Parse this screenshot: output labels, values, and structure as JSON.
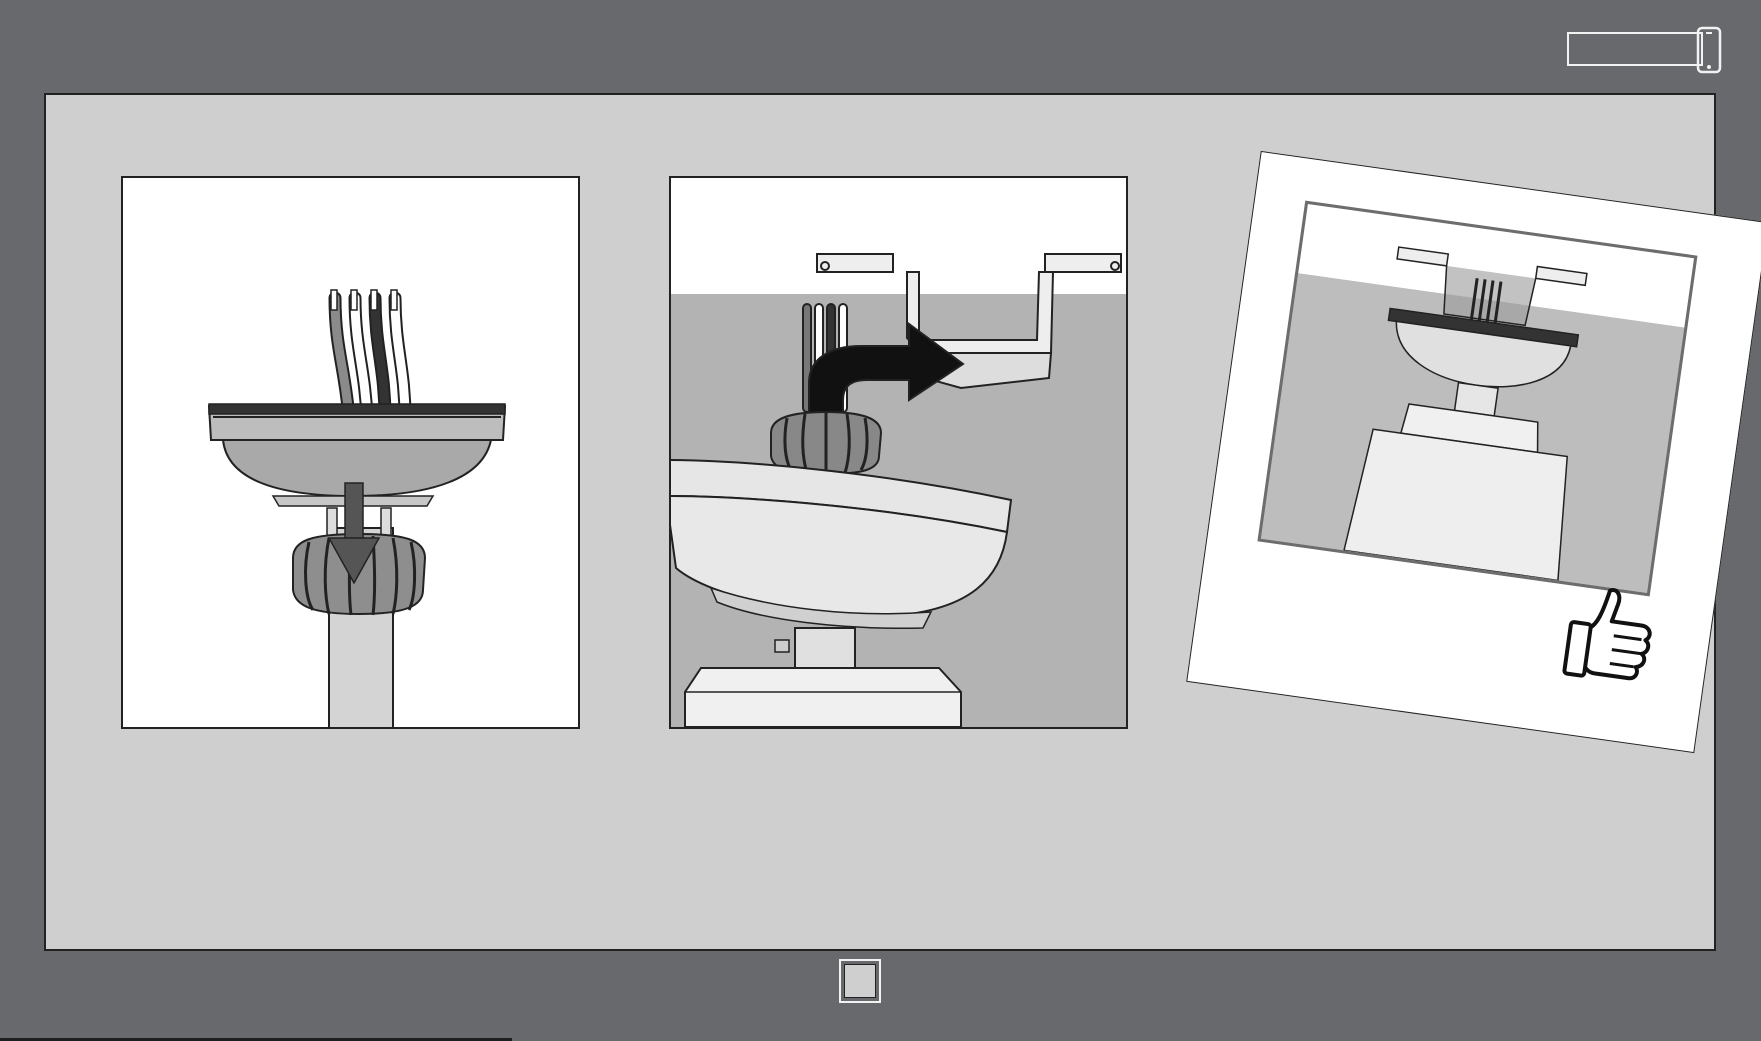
{
  "header": {
    "icon": "phone-icon"
  },
  "steps": [
    {
      "id": 1,
      "icon": "arrow-down-icon",
      "illustration": "wires-through-canopy-and-collar"
    },
    {
      "id": 2,
      "icon": "arrow-right-icon",
      "illustration": "hang-canopy-on-bracket"
    },
    {
      "id": 3,
      "icon": "thumbs-up-icon",
      "illustration": "installed-fan-photo"
    }
  ],
  "footer": {
    "page_indicator": "square"
  },
  "colors": {
    "background": "#67696d",
    "panel": "#cfcfcf",
    "frame_border": "#222222",
    "ceiling_gray": "#b3b3b3"
  }
}
